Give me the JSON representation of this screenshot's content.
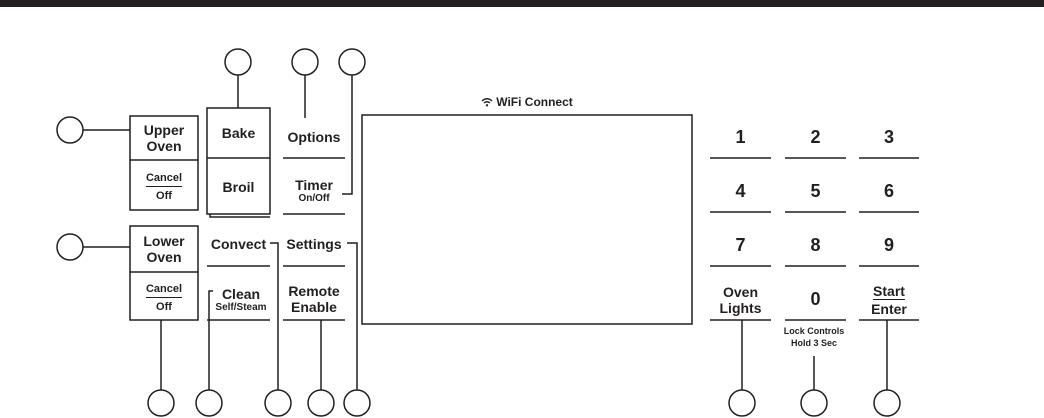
{
  "wifi_label": "WiFi Connect",
  "upper_oven": {
    "line1": "Upper",
    "line2": "Oven",
    "cancel": "Cancel",
    "off": "Off"
  },
  "lower_oven": {
    "line1": "Lower",
    "line2": "Oven",
    "cancel": "Cancel",
    "off": "Off"
  },
  "bake": "Bake",
  "broil": "Broil",
  "options": "Options",
  "timer": {
    "label": "Timer",
    "sub": "On/Off"
  },
  "convect": "Convect",
  "settings": "Settings",
  "clean": {
    "label": "Clean",
    "sub": "Self/Steam"
  },
  "remote": {
    "line1": "Remote",
    "line2": "Enable"
  },
  "keypad": {
    "k1": "1",
    "k2": "2",
    "k3": "3",
    "k4": "4",
    "k5": "5",
    "k6": "6",
    "k7": "7",
    "k8": "8",
    "k9": "9",
    "k0": "0",
    "oven_lights": {
      "line1": "Oven",
      "line2": "Lights"
    },
    "lock": {
      "line1": "Lock Controls",
      "line2": "Hold 3 Sec"
    },
    "start": "Start",
    "enter": "Enter"
  },
  "colors": {
    "ink": "#231f20",
    "background": "#ffffff"
  },
  "icons": {
    "wifi": "wifi-icon"
  }
}
